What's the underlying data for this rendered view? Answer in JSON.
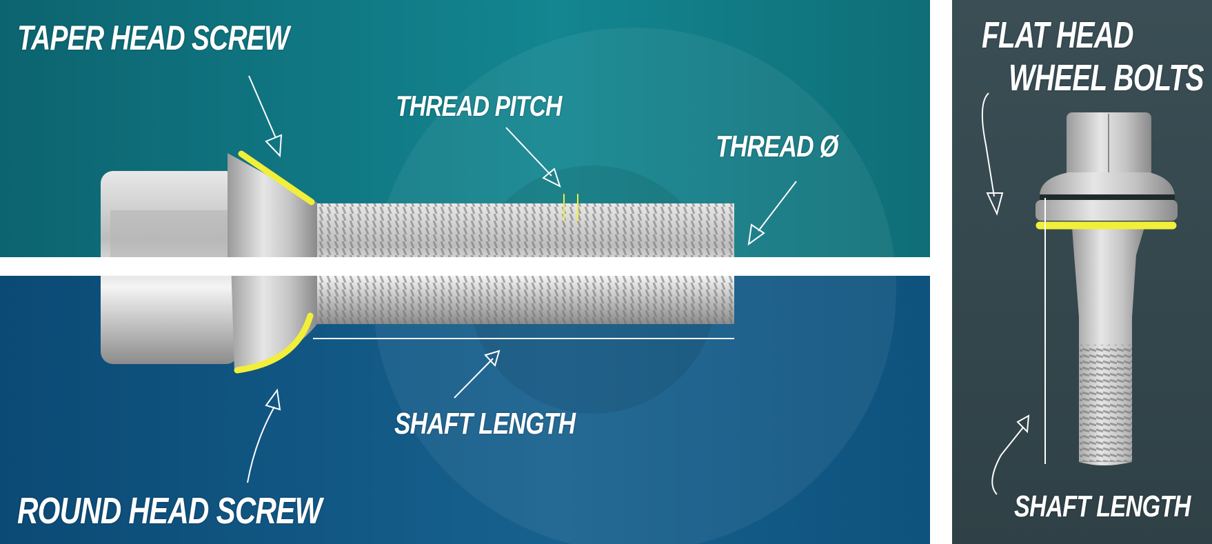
{
  "labels": {
    "taper_head": "TAPER HEAD SCREW",
    "thread_pitch": "THREAD PITCH",
    "thread_diameter": "THREAD Ø",
    "shaft_length": "SHAFT LENGTH",
    "round_head": "ROUND HEAD SCREW",
    "flat_head_line1": "FLAT HEAD",
    "flat_head_line2": "WHEEL BOLTS",
    "shaft_length_right": "SHAFT LENGTH"
  },
  "colors": {
    "top_panel": "#107680",
    "bottom_panel": "#0e537f",
    "right_panel": "#35484e",
    "highlight": "#f2ef3a",
    "annotation": "#ffffff"
  }
}
